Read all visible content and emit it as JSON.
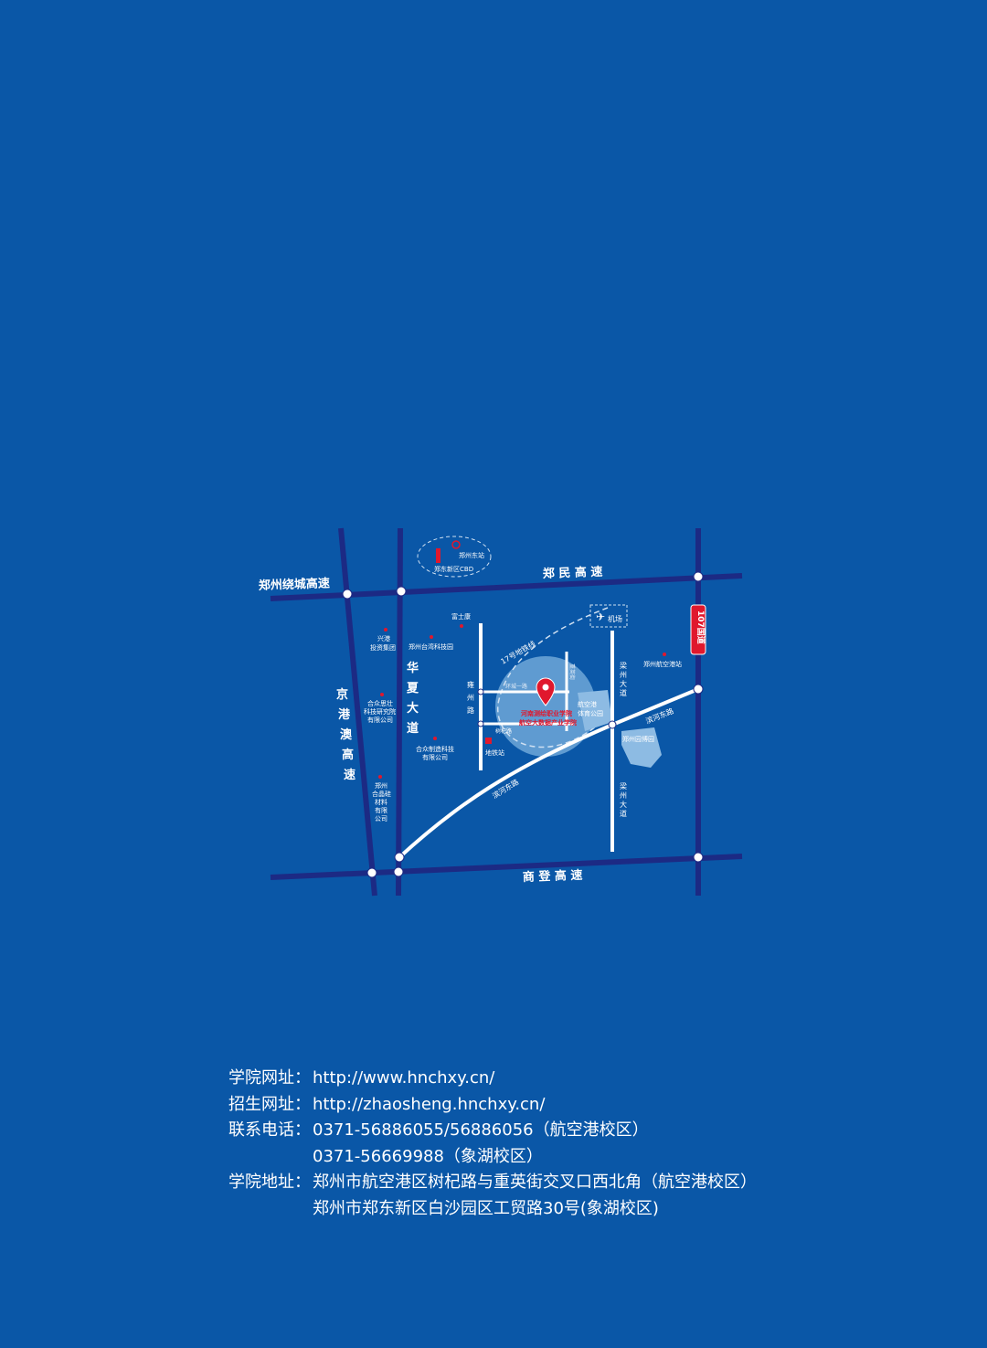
{
  "map": {
    "roads": {
      "ring": "郑州绕城高速",
      "zhengmin": "郑 民 高 速",
      "shangdeng": "商 登 高 速",
      "jinggang": [
        "京",
        "港",
        "澳",
        "高",
        "速"
      ],
      "huaxia": [
        "华",
        "夏",
        "大",
        "道"
      ],
      "guonan": "107国道",
      "yongzhou": [
        "雍",
        "州",
        "路"
      ],
      "liangzhou_n": [
        "梁",
        "州",
        "大",
        "道"
      ],
      "liangzhou_s": [
        "梁",
        "州",
        "大",
        "道"
      ],
      "binhe_e": "滨河东路",
      "binhe_w": "滨河东路",
      "metro17": "17号地铁线",
      "shuqi": "树杞路",
      "huancheng": "环城一路",
      "chongying": "重英街"
    },
    "places": {
      "east_station": "郑州东站",
      "cbd": "郑东新区CBD",
      "airport": "机场",
      "foxconn": "富士康",
      "xinggang": [
        "兴港",
        "投资集团"
      ],
      "taiwan_park": "郑州台湾科技园",
      "hezhong_inst": [
        "合众思壮",
        "科技研究院",
        "有限公司"
      ],
      "hezhong_mfg": [
        "合众制造科技",
        "有限公司"
      ],
      "hejing": [
        "郑州",
        "合晶硅",
        "材料",
        "有限",
        "公司"
      ],
      "airport_station": "郑州航空港站",
      "expo": "郑州园博园",
      "park": [
        "航空港",
        "体育公园"
      ],
      "metro_station": "地铁站",
      "school": [
        "河南测绘职业学院",
        "航空大数据产业学院"
      ]
    }
  },
  "contact": {
    "website_label": "学院网址：",
    "website": "http://www.hnchxy.cn/",
    "admission_label": "招生网址：",
    "admission": "http://zhaosheng.hnchxy.cn/",
    "phone_label": "联系电话：",
    "phone1": "0371-56886055/56886056（航空港校区）",
    "phone2": "0371-56669988（象湖校区）",
    "address_label": "学院地址：",
    "address1": "郑州市航空港区树杞路与重英街交叉口西北角（航空港校区）",
    "address2": "郑州市郑东新区白沙园区工贸路30号(象湖校区)"
  },
  "colors": {
    "background": "#0a57a7",
    "highway": "#1c2a84",
    "road": "#ffffff",
    "marker": "#e0182d",
    "campus": "#6fa7d8",
    "park": "#8dbbe3"
  }
}
